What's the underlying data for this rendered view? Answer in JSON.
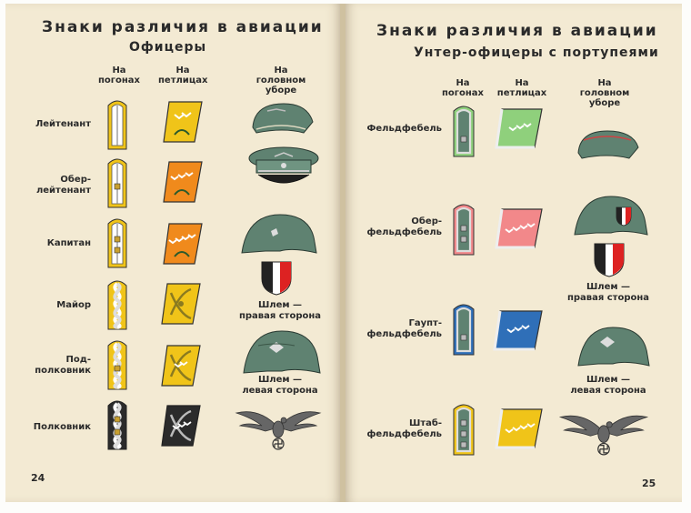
{
  "left": {
    "title": "Знаки различия в авиации",
    "subtitle": "Офицеры",
    "columns": [
      "На\nпогонах",
      "На\nпетлицах",
      "На\nголовном\nуборе"
    ],
    "ranks": [
      "Лейтенант",
      "Обер-\nлейтенант",
      "Капитан",
      "Майор",
      "Под-\nполковник",
      "Полковник"
    ],
    "captions": [
      "Шлем —\nправая сторона",
      "Шлем —\nлевая сторона"
    ],
    "page_number": "24"
  },
  "right": {
    "title": "Знаки различия в авиации",
    "subtitle": "Унтер-офицеры с портупеями",
    "columns": [
      "На\nпогонах",
      "На\nпетлицах",
      "На\nголовном\nуборе"
    ],
    "ranks": [
      "Фельдфебель",
      "Обер-\nфельдфебель",
      "Гаупт-\nфельдфебель",
      "Штаб-\nфельдфебель"
    ],
    "captions": [
      "Шлем —\nправая сторона",
      "Шлем —\nлевая сторона"
    ],
    "page_number": "25"
  },
  "colors": {
    "paper": "#f3ead3",
    "ink": "#2a2a2a",
    "helmet": "#5f8271",
    "yellow": "#f0c419",
    "orange": "#f08a1c",
    "green": "#8fd07c",
    "pink": "#f2888a",
    "blue": "#2f6fb8",
    "black": "#2b2b2b"
  }
}
